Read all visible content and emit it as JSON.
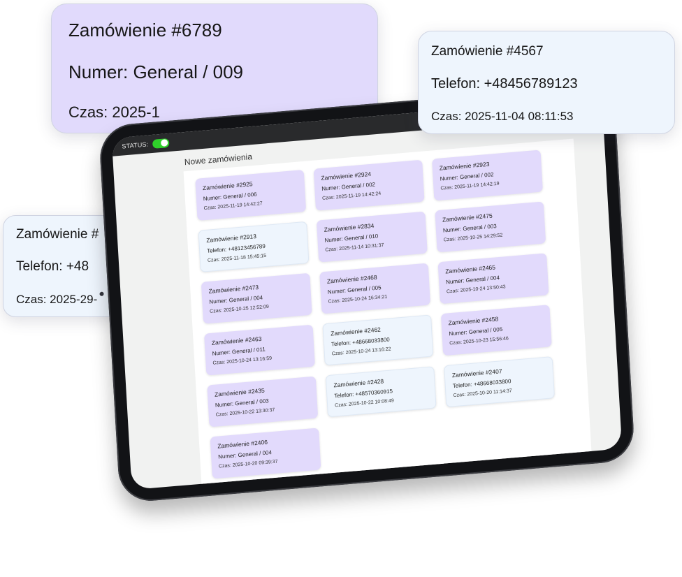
{
  "floating_cards": {
    "a": {
      "title": "Zamówienie #6789",
      "line2": "Numer: General / 009",
      "line3": "Czas: 2025-1"
    },
    "b": {
      "title": "Zamówienie #4567",
      "line2": "Telefon: +48456789123",
      "line3": "Czas: 2025-11-04 08:11:53"
    },
    "c": {
      "title": "Zamówienie #",
      "line2": "Telefon: +48",
      "line3": "Czas: 2025-29-"
    }
  },
  "tablet": {
    "status_label": "STATUS:",
    "status_on": true,
    "toggle_color": "#2fd12a",
    "section_title": "Nowe zamówienia",
    "orders": [
      {
        "title": "Zamówienie #2925",
        "line2": "Numer: General / 006",
        "time": "Czas: 2025-11-19 14:42:27",
        "kind": "general"
      },
      {
        "title": "Zamówienie #2924",
        "line2": "Numer: General / 002",
        "time": "Czas: 2025-11-19 14:42:24",
        "kind": "general"
      },
      {
        "title": "Zamówienie #2923",
        "line2": "Numer: General / 002",
        "time": "Czas: 2025-11-19 14:42:19",
        "kind": "general"
      },
      {
        "title": "Zamówienie #2913",
        "line2": "Telefon: +48123456789",
        "time": "Czas: 2025-11-18 15:45:15",
        "kind": "phone"
      },
      {
        "title": "Zamówienie #2834",
        "line2": "Numer: General / 010",
        "time": "Czas: 2025-11-14 10:31:37",
        "kind": "general"
      },
      {
        "title": "Zamówienie #2475",
        "line2": "Numer: General / 003",
        "time": "Czas: 2025-10-25 14:29:52",
        "kind": "general"
      },
      {
        "title": "Zamówienie #2473",
        "line2": "Numer: General / 004",
        "time": "Czas: 2025-10-25 12:52:09",
        "kind": "general"
      },
      {
        "title": "Zamówienie #2468",
        "line2": "Numer: General / 005",
        "time": "Czas: 2025-10-24 16:34:21",
        "kind": "general"
      },
      {
        "title": "Zamówienie #2465",
        "line2": "Numer: General / 004",
        "time": "Czas: 2025-10-24 13:50:43",
        "kind": "general"
      },
      {
        "title": "Zamówienie #2463",
        "line2": "Numer: General / 011",
        "time": "Czas: 2025-10-24 13:16:59",
        "kind": "general"
      },
      {
        "title": "Zamówienie #2462",
        "line2": "Telefon: +48668033800",
        "time": "Czas: 2025-10-24 13:16:22",
        "kind": "phone"
      },
      {
        "title": "Zamówienie #2458",
        "line2": "Numer: General / 005",
        "time": "Czas: 2025-10-23 15:56:46",
        "kind": "general"
      },
      {
        "title": "Zamówienie #2435",
        "line2": "Numer: General / 003",
        "time": "Czas: 2025-10-22 13:30:37",
        "kind": "general"
      },
      {
        "title": "Zamówienie #2428",
        "line2": "Telefon: +48570360915",
        "time": "Czas: 2025-10-22 10:08:49",
        "kind": "phone"
      },
      {
        "title": "Zamówienie #2407",
        "line2": "Telefon: +48668033800",
        "time": "Czas: 2025-10-20 11:14:37",
        "kind": "phone"
      },
      {
        "title": "Zamówienie #2406",
        "line2": "Numer: General / 004",
        "time": "Czas: 2025-10-20 09:39:37",
        "kind": "general"
      }
    ]
  }
}
